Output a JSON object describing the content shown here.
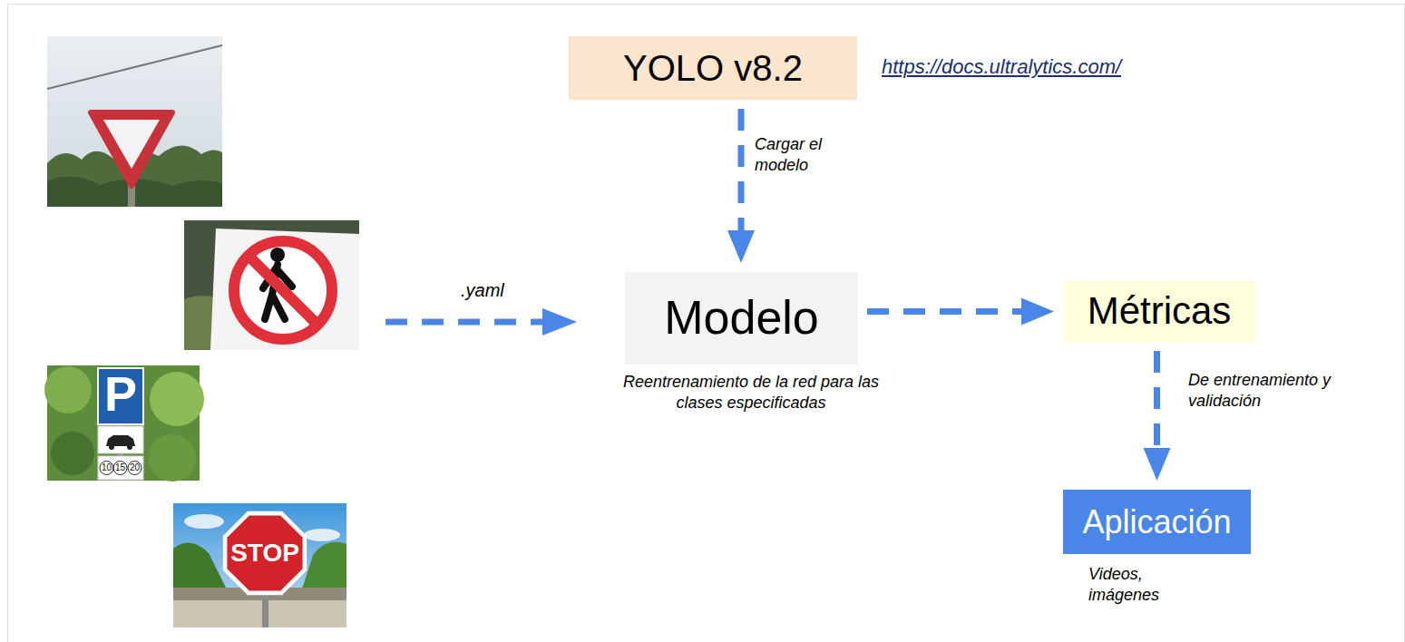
{
  "diagram": {
    "nodes": [
      {
        "text": [
          "YOLO v8.2"
        ]
      },
      {
        "text": [
          "Modelo"
        ]
      },
      {
        "text": [
          "Métricas"
        ]
      },
      {
        "text": [
          "Aplicación"
        ]
      }
    ],
    "edges": [
      {
        "from": 0,
        "to": 1,
        "label": "Cargar el modelo",
        "arrow": "to"
      },
      {
        "from": 1,
        "to": 2,
        "arrow": "to"
      },
      {
        "from": 2,
        "to": 3,
        "label": "De entrenamiento y validación",
        "arrow": "to"
      }
    ],
    "labels": [
      "https://docs.ultralytics.com/",
      ".yaml",
      "Reentrenamiento de la red para las clases especificadas",
      "Videos, imágenes",
      "P",
      "10",
      "15",
      "20",
      "STOP"
    ]
  }
}
